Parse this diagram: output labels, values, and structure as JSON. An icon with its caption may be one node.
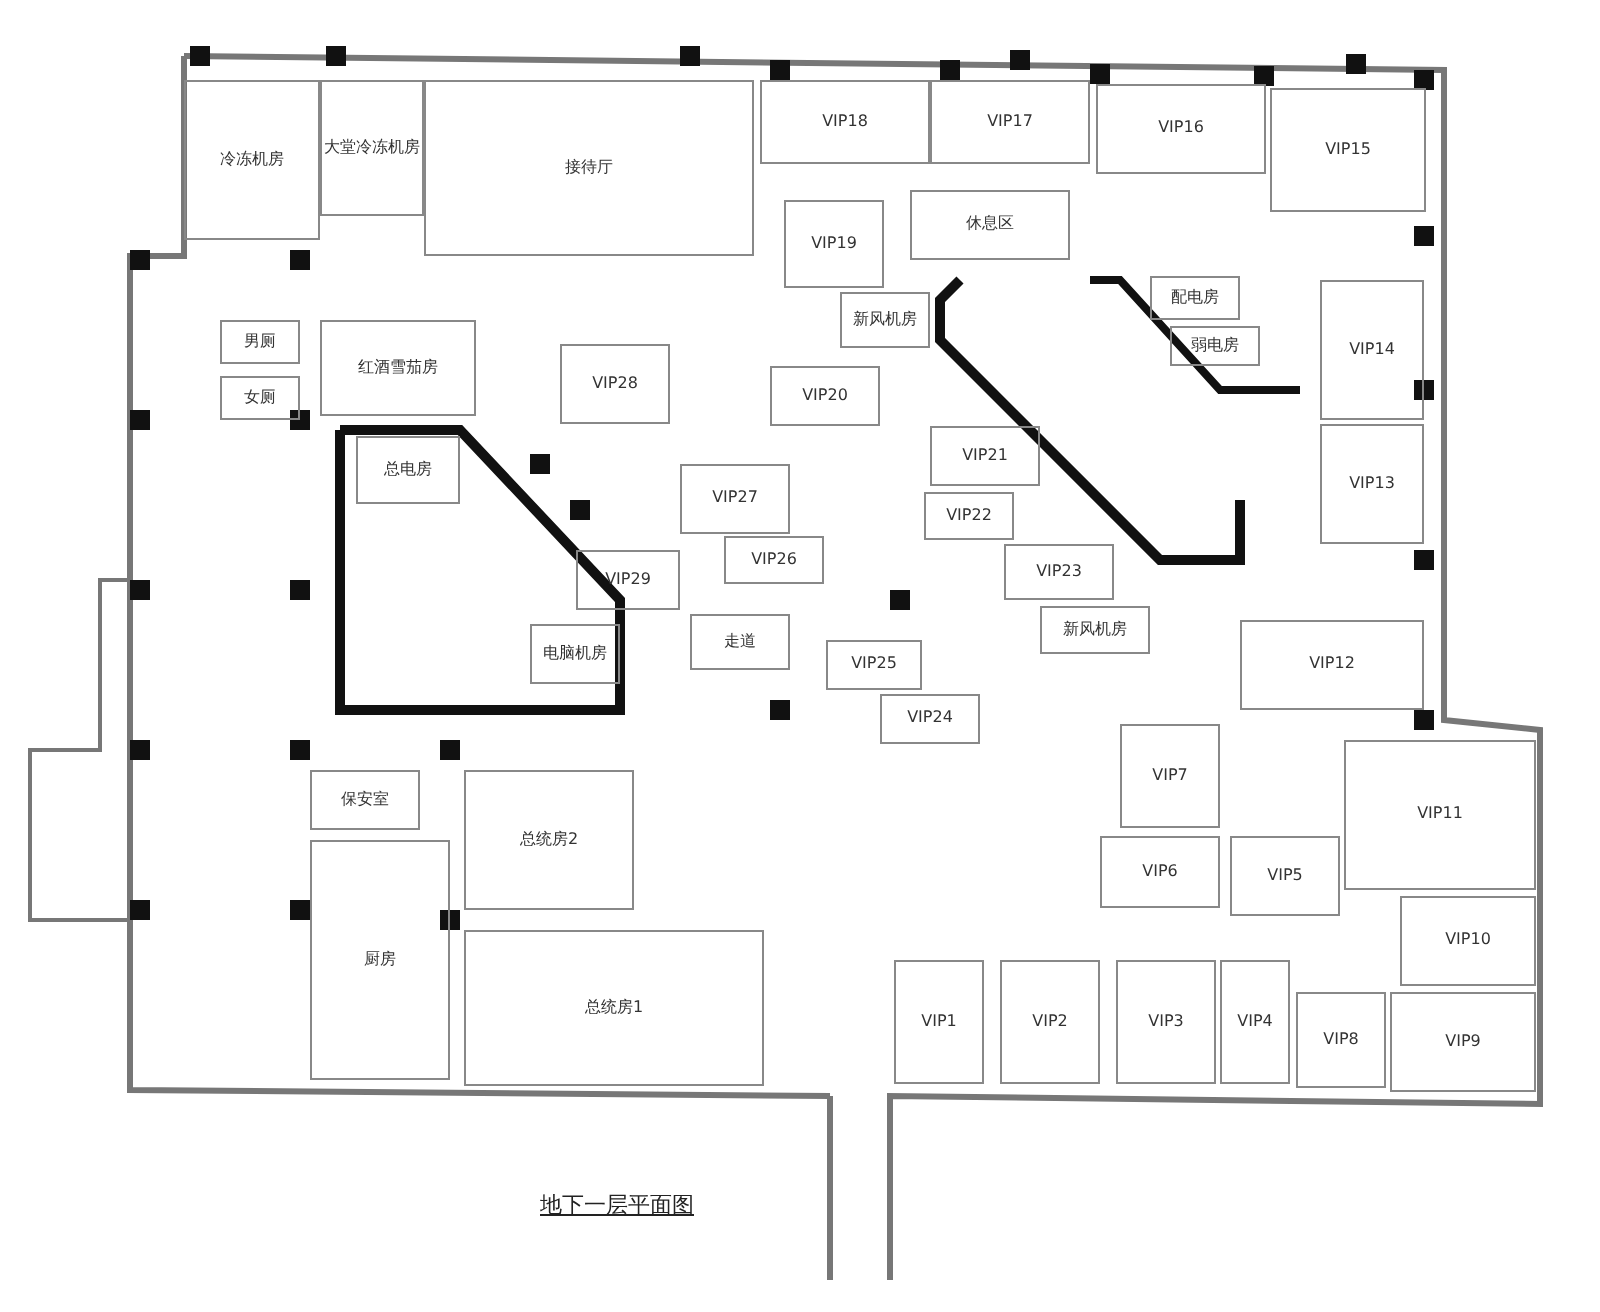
{
  "diagram": {
    "title": "地下一层平面图",
    "nodes": [
      {
        "text": [
          "冷冻机房"
        ]
      },
      {
        "text": [
          "大堂冷冻机房"
        ]
      },
      {
        "text": [
          "接待厅"
        ]
      },
      {
        "text": [
          "男厕"
        ]
      },
      {
        "text": [
          "女厕"
        ]
      },
      {
        "text": [
          "红酒雪茄房"
        ]
      },
      {
        "text": [
          "VIP18"
        ]
      },
      {
        "text": [
          "VIP17"
        ]
      },
      {
        "text": [
          "VIP16"
        ]
      },
      {
        "text": [
          "VIP15"
        ]
      },
      {
        "text": [
          "VIP19"
        ]
      },
      {
        "text": [
          "休息区"
        ]
      },
      {
        "text": [
          "新风机房"
        ]
      },
      {
        "text": [
          "配电房"
        ]
      },
      {
        "text": [
          "弱电房"
        ]
      },
      {
        "text": [
          "VIP14"
        ]
      },
      {
        "text": [
          "VIP28"
        ]
      },
      {
        "text": [
          "VIP20"
        ]
      },
      {
        "text": [
          "总电房"
        ]
      },
      {
        "text": [
          "VIP13"
        ]
      },
      {
        "text": [
          "VIP21"
        ]
      },
      {
        "text": [
          "VIP27"
        ]
      },
      {
        "text": [
          "VIP22"
        ]
      },
      {
        "text": [
          "VIP26"
        ]
      },
      {
        "text": [
          "VIP29"
        ]
      },
      {
        "text": [
          "VIP23"
        ]
      },
      {
        "text": [
          "新风机房"
        ]
      },
      {
        "text": [
          "VIP25"
        ]
      },
      {
        "text": [
          "走道"
        ]
      },
      {
        "text": [
          "电脑机房"
        ]
      },
      {
        "text": [
          "VIP12"
        ]
      },
      {
        "text": [
          "VIP24"
        ]
      },
      {
        "text": [
          "保安室"
        ]
      },
      {
        "text": [
          "VIP7"
        ]
      },
      {
        "text": [
          "VIP11"
        ]
      },
      {
        "text": [
          "总统房2"
        ]
      },
      {
        "text": [
          "VIP6"
        ]
      },
      {
        "text": [
          "VIP5"
        ]
      },
      {
        "text": [
          "厨房"
        ]
      },
      {
        "text": [
          "VIP10"
        ]
      },
      {
        "text": [
          "总统房1"
        ]
      },
      {
        "text": [
          "VIP1"
        ]
      },
      {
        "text": [
          "VIP2"
        ]
      },
      {
        "text": [
          "VIP3"
        ]
      },
      {
        "text": [
          "VIP4"
        ]
      },
      {
        "text": [
          "VIP8"
        ]
      },
      {
        "text": [
          "VIP9"
        ]
      }
    ]
  }
}
